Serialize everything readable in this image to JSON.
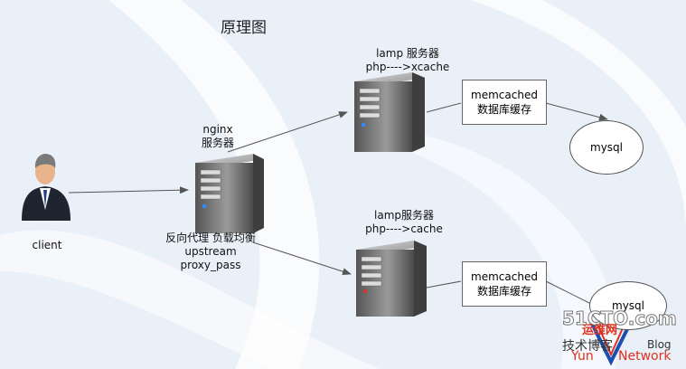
{
  "title": "原理图",
  "client": {
    "label": "client"
  },
  "nginx": {
    "line1": "nginx",
    "line2": "服务器",
    "desc1": "反向代理  负载均衡",
    "desc2": "upstream",
    "desc3": "proxy_pass"
  },
  "lamp_top": {
    "line1": "lamp 服务器",
    "line2": "php---->xcache"
  },
  "lamp_bottom": {
    "line1": "lamp服务器",
    "line2": "php---->cache"
  },
  "memcached_top": {
    "line1": "memcached",
    "line2": "数据库缓存"
  },
  "memcached_bottom": {
    "line1": "memcached",
    "line2": "数据库缓存"
  },
  "mysql_top": {
    "label": "mysql"
  },
  "mysql_bottom": {
    "label": "mysql"
  },
  "watermark": {
    "site": "51CTO.com",
    "cn1": "技术博客",
    "blog": "Blog",
    "yun": "Yun",
    "network": "Network",
    "cn2": "运维网"
  },
  "colors": {
    "bg": "#eaf0f8",
    "swoosh": "#ffffff",
    "line": "#555555",
    "watermark_red": "#e0301e",
    "watermark_blue": "#1a4fb0"
  }
}
